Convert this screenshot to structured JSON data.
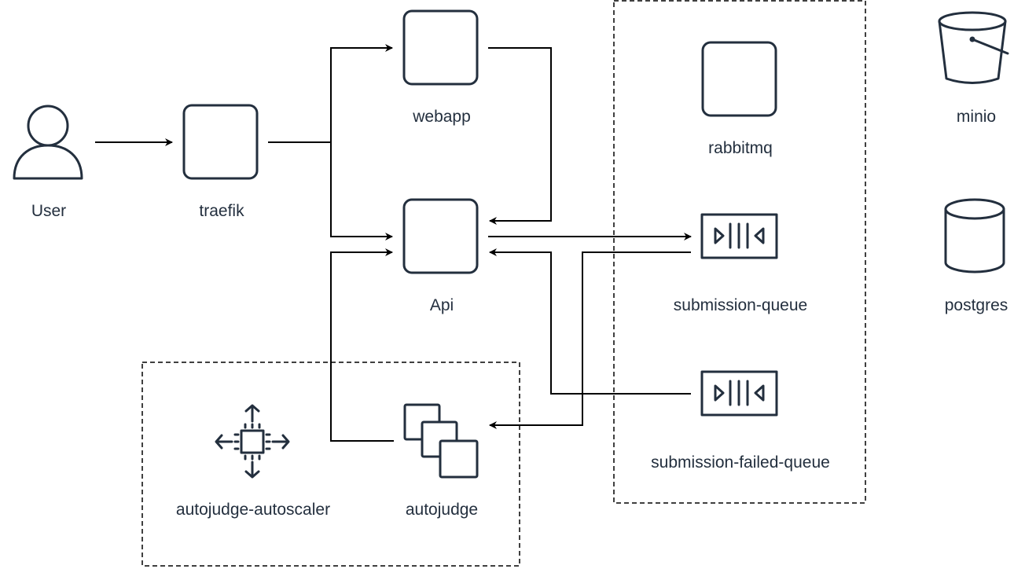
{
  "nodes": {
    "user": "User",
    "traefik": "traefik",
    "webapp": "webapp",
    "api": "Api",
    "rabbitmq": "rabbitmq",
    "submission_queue": "submission-queue",
    "submission_failed_queue": "submission-failed-queue",
    "minio": "minio",
    "postgres": "postgres",
    "autojudge_autoscaler": "autojudge-autoscaler",
    "autojudge": "autojudge"
  },
  "icons": {
    "user": "user-icon",
    "traefik": "generic-box-icon",
    "webapp": "generic-box-icon",
    "api": "generic-box-icon",
    "rabbitmq": "generic-box-icon",
    "queue": "queue-icon",
    "minio": "bucket-icon",
    "postgres": "database-icon",
    "autoscaler": "autoscaling-icon",
    "autojudge": "instances-icon"
  },
  "colors": {
    "icon": "#232f3e",
    "edge": "#000000"
  }
}
